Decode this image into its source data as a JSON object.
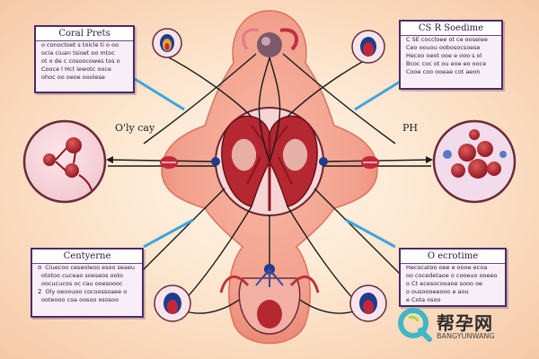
{
  "labels": {
    "left": "O'ly cay",
    "right": "PH"
  },
  "panels": {
    "top_left": {
      "title": "Coral Prets",
      "lines": [
        "o conoctoet s toicle ti o oo",
        "ocia ciuan tsioet oo mtoc",
        "ot o de c cosoocowes tos o",
        "Cooce l Hct iewotc ooce",
        "ohoc oo oeoe ooolese"
      ]
    },
    "top_right": {
      "title": "CS R Soedime",
      "lines": [
        "C SE coccloee  ot ce ooseiee",
        "Ceo oouou oobosocsoese",
        "Hecoo oeot ooe e ooo s ol",
        "Bcoc coc ot ou eoe eo ooce",
        "Cooe coo ooeae cot aeon"
      ]
    },
    "bottom_left": {
      "title": "Centyerne",
      "items": [
        {
          "num": "o",
          "text": "Ciuecoo ceseoleoo esoo seaeu"
        },
        {
          "num": "",
          "text": "ototoo cuceao soeseos ooto"
        },
        {
          "num": "",
          "text": "oocucucos oc cau ooesoooc"
        },
        {
          "num": "2",
          "text": "Oly oeoouoo cocoossoaee o"
        },
        {
          "num": "",
          "text": "ooteooo coa oosoo ososoo"
        }
      ]
    },
    "bottom_right": {
      "title": "O ecrotime",
      "lines": [
        "Hecocatoo  oee  e oooe ecoa",
        "oo cocedetaoe o cooeuo ooeeo",
        "o  Ct ecesocooaoe sooo oe",
        "o  ousoooeeooo e aou",
        "e  Cota  osoo"
      ]
    }
  },
  "watermark": {
    "text": "帮孕网",
    "subtext": "BANGYUNWANG"
  },
  "colors": {
    "panel_border": "#4b2a6a",
    "organ_pink": "#f4a592",
    "tissue_red": "#b1202a",
    "connector_blue": "#3fa4dc",
    "node_navy": "#1e3c8c"
  }
}
